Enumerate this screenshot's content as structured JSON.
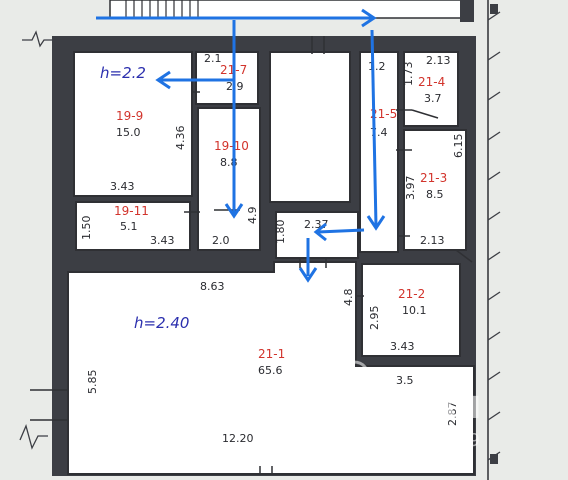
{
  "heights": [
    "h=2.2",
    "h=2.40"
  ],
  "rooms": [
    {
      "id": "19-9",
      "area": "15.0"
    },
    {
      "id": "19-10",
      "area": "8.8"
    },
    {
      "id": "19-11",
      "area": "5.1"
    },
    {
      "id": "21-7",
      "area": "2.9"
    },
    {
      "id": "21-5",
      "area": "7.4"
    },
    {
      "id": "21-4",
      "area": "3.7"
    },
    {
      "id": "21-3",
      "area": "8.5"
    },
    {
      "id": "21-2",
      "area": "10.1"
    },
    {
      "id": "21-1",
      "area": "65.6"
    }
  ],
  "dimensions": [
    "2.1",
    "1.2",
    "2.13",
    "1.73",
    "4.36",
    "6.15",
    "3.43",
    "3.97",
    "1.50",
    "3.43",
    "2.0",
    "4.9",
    "1.80",
    "2.37",
    "2.13",
    "8.63",
    "4.8",
    "2.95",
    "5.85",
    "3.43",
    "3.5",
    "2.87",
    "12.20"
  ],
  "watermark": {
    "brand": "ЦИАН",
    "id": "ID 318880789"
  },
  "colors": {
    "arrow": "#1f73e3",
    "room_label": "#d2342c",
    "height_label": "#2b2fae"
  }
}
